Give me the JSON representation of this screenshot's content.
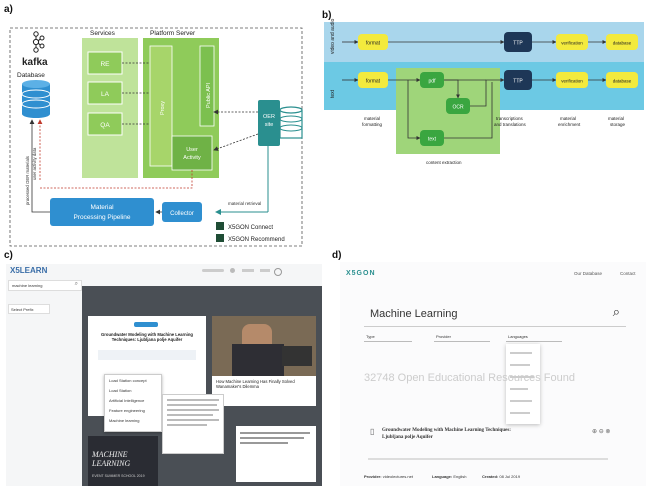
{
  "panel_labels": {
    "a": "a)",
    "b": "b)",
    "c": "c)",
    "d": "d)"
  },
  "panel_a": {
    "kafka_label": "kafka",
    "database_label": "Database",
    "services_label": "Services",
    "platform_server_label": "Platform Server",
    "services": [
      "RE",
      "LA",
      "QA"
    ],
    "proxy_label": "Proxy",
    "public_api_label": "Public API",
    "user_activity_label": [
      "User",
      "Activity"
    ],
    "oer_site_label": [
      "OER",
      "site"
    ],
    "material_pipeline_label": [
      "Material",
      "Processing Pipeline"
    ],
    "collector_label": "Collector",
    "side_labels": [
      "processed OER materials",
      "user activity data"
    ],
    "retrieval_label": "material retrieval",
    "legend": [
      {
        "label": "X5GON Connect",
        "color": "#1f4d35"
      },
      {
        "label": "X5GON Recommend",
        "color": "#1f4d35"
      }
    ],
    "colors": {
      "light_green": "#a7d56a",
      "mid_green": "#7cc04f",
      "blue": "#2f8fd0",
      "teal": "#2a8f8f"
    }
  },
  "panel_b": {
    "row_labels": [
      "video and audio",
      "text"
    ],
    "format_label": "format",
    "pdf_label": "pdf",
    "ocr_label": "OCR",
    "text_label": "text",
    "ttp_label": "TTP",
    "verification_label": "verification",
    "database_label": "database",
    "captions": [
      "material formatting",
      "content extraction",
      "transcriptions and translations",
      "material enrichment",
      "material storage"
    ],
    "colors": {
      "video_band": "#a9d6ec",
      "text_band": "#6cc9e4",
      "green_band": "#9fd57a",
      "yellow": "#f3ea3d",
      "navy": "#1e3757"
    }
  },
  "panel_c": {
    "logo": "X5LEARN",
    "search_value": "machine learning",
    "filter_label": "Select Prefix",
    "card_title": "Groundwater Modeling with Machine Learning Techniques: Ljubljana polje Aquifer",
    "menu_items": [
      "Load Station concept",
      "Load Station",
      "Artificial Intelligence",
      "Feature engineering",
      "Machine learning"
    ],
    "video_title": "How Machine Learning Has Finally Solved Wanamaker's Dilemma",
    "bottom_title": "MACHINE LEARNING",
    "bottom_sub": "EVENT SUMMER SCHOOL 2019"
  },
  "panel_d": {
    "logo": "X5GON",
    "nav": [
      "Our Database",
      "Contact"
    ],
    "search_value": "Machine Learning",
    "filters": [
      "Type",
      "Provider",
      "Languages"
    ],
    "results_text": "32748 Open Educational Resources Found",
    "result_title": "Groundwater Modeling with Machine Learning Techniques: Ljubljana polje Aquifer",
    "meta": [
      {
        "key": "Provider:",
        "value": "videolectures.net"
      },
      {
        "key": "Language:",
        "value": "English"
      },
      {
        "key": "Created:",
        "value": "08 Jul 2019"
      }
    ]
  }
}
